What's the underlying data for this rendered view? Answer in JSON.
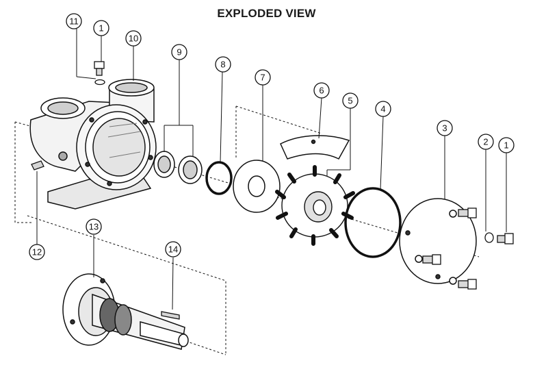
{
  "title": "EXPLODED VIEW",
  "callouts": [
    "11",
    "1",
    "10",
    "9",
    "8",
    "7",
    "6",
    "5",
    "4",
    "3",
    "2",
    "1",
    "12",
    "13",
    "14"
  ],
  "colors": {
    "line": "#111111",
    "fill": "#ffffff",
    "shade": "#d6d6d6",
    "dark": "#555555"
  }
}
